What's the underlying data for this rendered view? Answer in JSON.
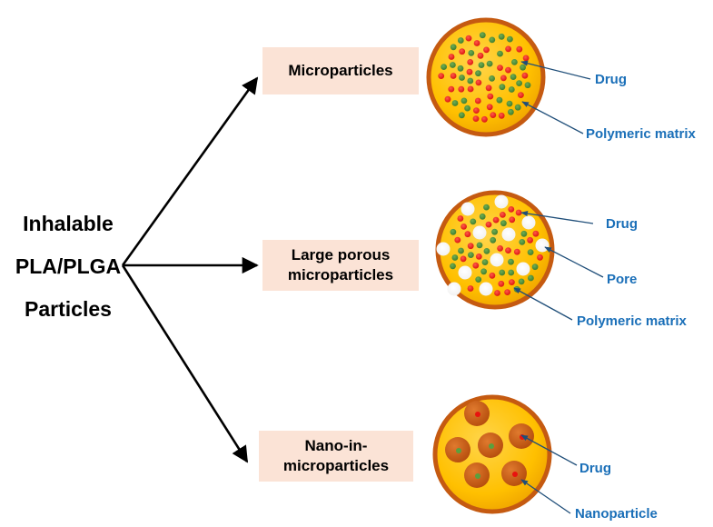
{
  "title": {
    "line1": "Inhalable",
    "line2": "PLA/PLGA",
    "line3": "Particles"
  },
  "types": [
    {
      "box_lines": [
        "Microparticles"
      ],
      "labels": [
        "Drug",
        "Polymeric matrix"
      ]
    },
    {
      "box_lines": [
        "Large porous",
        "microparticles"
      ],
      "labels": [
        "Drug",
        "Pore",
        "Polymeric matrix"
      ]
    },
    {
      "box_lines": [
        "Nano-in-",
        "microparticles"
      ],
      "labels": [
        "Drug",
        "Nanoparticle"
      ]
    }
  ],
  "colors": {
    "box_fill": "#fbe3d6",
    "label_text": "#1a6fb8",
    "leader_line": "#1f4e79",
    "sphere_fill": "#ffc000",
    "sphere_rim": "#c55a11",
    "drug_red": "#e8130f",
    "drug_green": "#4e8c3a",
    "pore": "#ffffff",
    "nanoparticle": "#c55a11"
  }
}
